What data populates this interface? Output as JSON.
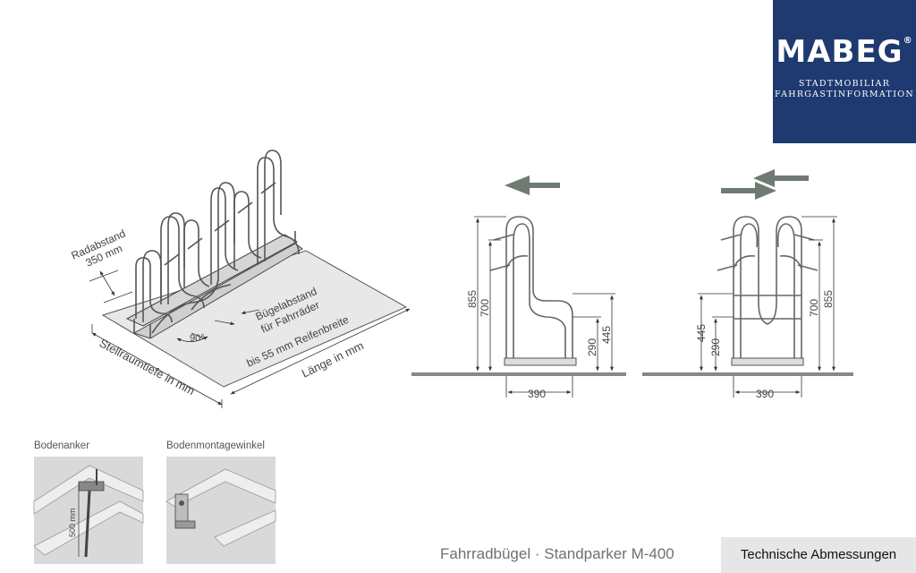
{
  "brand": {
    "name": "MABEG",
    "registered": "®",
    "line1": "STADTMOBILIAR",
    "line2": "FAHRGASTINFORMATION",
    "bg_color": "#1e3a70"
  },
  "isometric": {
    "radabstand": "Radabstand",
    "radabstand_value": "350 mm",
    "buegel_line1": "Bügelabstand",
    "buegel_line2": "für Fahrräder",
    "buegel_line3": "bis 55 mm Reifenbreite",
    "angle": "90°",
    "stellraumtiefe": "Stellraumtiefe in mm",
    "laenge": "Länge in mm"
  },
  "side_view": {
    "h855": "855",
    "h700": "700",
    "h445": "445",
    "h290": "290",
    "w390": "390"
  },
  "double_view": {
    "h445": "445",
    "h290": "290",
    "h700": "700",
    "h855": "855",
    "w390": "390"
  },
  "details": {
    "bodenanker": "Bodenanker",
    "bodenanker_dim": "500 mm",
    "bodenmontagewinkel": "Bodenmontagewinkel"
  },
  "footer": {
    "title": "Fahrradbügel · Standparker M-400",
    "tab": "Technische Abmessungen"
  }
}
